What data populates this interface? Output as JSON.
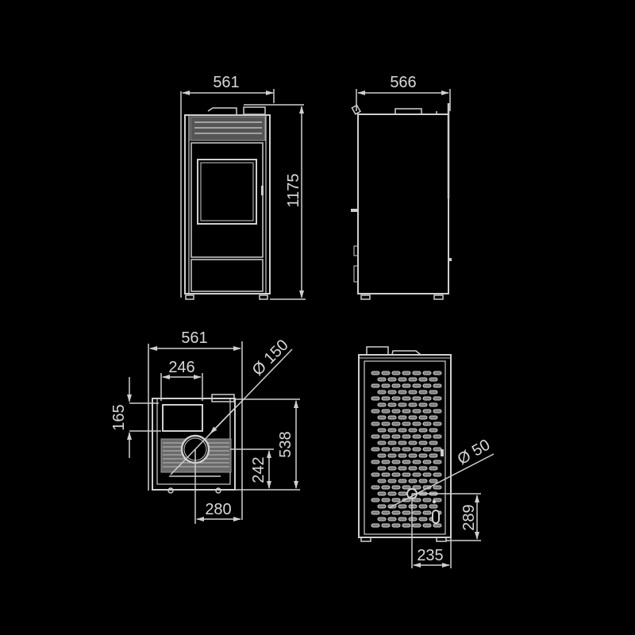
{
  "diagram": {
    "type": "technical-dimension-drawing",
    "subject": "pellet stove",
    "colors": {
      "background": "#000000",
      "line": "#cfcfcf",
      "text": "#d8d8d8",
      "dim_fill": "#8a8a8a"
    },
    "views": {
      "front": {
        "width_label": "561",
        "height_label": "1175"
      },
      "side": {
        "depth_label": "566"
      },
      "top": {
        "width_label": "561",
        "outlet_width_label": "246",
        "outlet_offset_label": "165",
        "flue_diameter_label": "Ø 150",
        "flue_depth_label": "538",
        "flue_height_label": "242",
        "flue_x_label": "280"
      },
      "rear": {
        "air_inlet_diameter_label": "Ø 50",
        "air_inlet_height_label": "289",
        "air_inlet_x_label": "235"
      }
    }
  }
}
